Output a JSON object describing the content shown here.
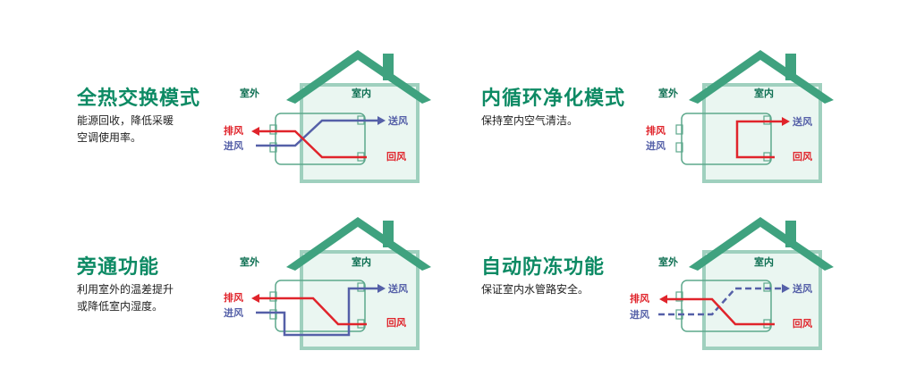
{
  "colors": {
    "title": "#0d8a64",
    "roof": "#3fa27f",
    "wall": "#9fd0be",
    "interior": "#eaf6f1",
    "exhaust": "#e0242b",
    "fresh": "#5560a8",
    "label_in_out": "#0d6f52"
  },
  "labels": {
    "outdoor": "室外",
    "indoor": "室内",
    "exhaust_air": "排风",
    "intake_air": "进风",
    "supply_air": "送风",
    "return_air": "回风"
  },
  "modes": [
    {
      "title": "全热交换模式",
      "desc_lines": [
        "能源回收，降低采暖",
        "空调使用率。"
      ]
    },
    {
      "title": "内循环净化模式",
      "desc_lines": [
        "保持室内空气清洁。"
      ]
    },
    {
      "title": "旁通功能",
      "desc_lines": [
        "利用室外的温差提升",
        "或降低室内湿度。"
      ]
    },
    {
      "title": "自动防冻功能",
      "desc_lines": [
        "保证室内水管路安全。"
      ]
    }
  ]
}
